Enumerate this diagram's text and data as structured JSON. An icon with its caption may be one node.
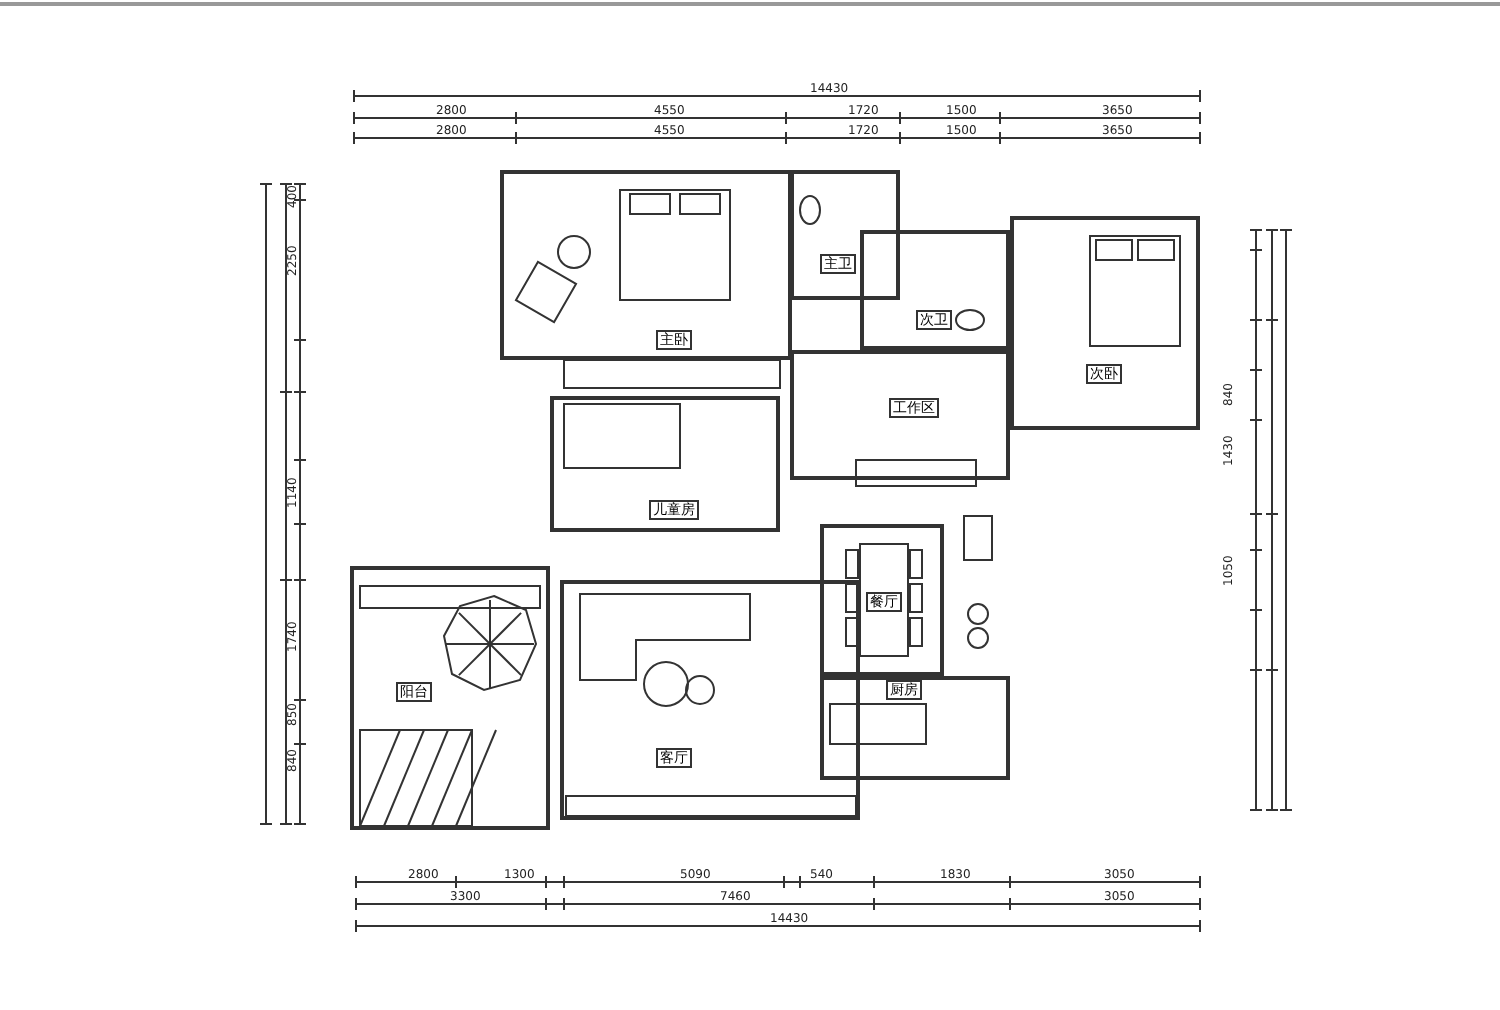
{
  "diagram": {
    "nodes": [
      {
        "text": [
          "主卧"
        ]
      },
      {
        "text": [
          "主卫"
        ]
      },
      {
        "text": [
          "次卫"
        ]
      },
      {
        "text": [
          "次卧"
        ]
      },
      {
        "text": [
          "儿童房"
        ]
      },
      {
        "text": [
          "工作区"
        ]
      },
      {
        "text": [
          "餐厅"
        ]
      },
      {
        "text": [
          "厨房"
        ]
      },
      {
        "text": [
          "阳台"
        ]
      },
      {
        "text": [
          "客厅"
        ]
      }
    ],
    "edges": [],
    "labels": [
      "14430",
      "2800",
      "4550",
      "1720",
      "1500",
      "3650",
      "2800",
      "4550",
      "1720",
      "1500",
      "3650",
      "400",
      "2250",
      "1140",
      "1740",
      "850",
      "840",
      "840",
      "1430",
      "1050",
      "2800",
      "1300",
      "5090",
      "540",
      "1830",
      "3050",
      "3300",
      "7460",
      "3050",
      "14430"
    ]
  }
}
